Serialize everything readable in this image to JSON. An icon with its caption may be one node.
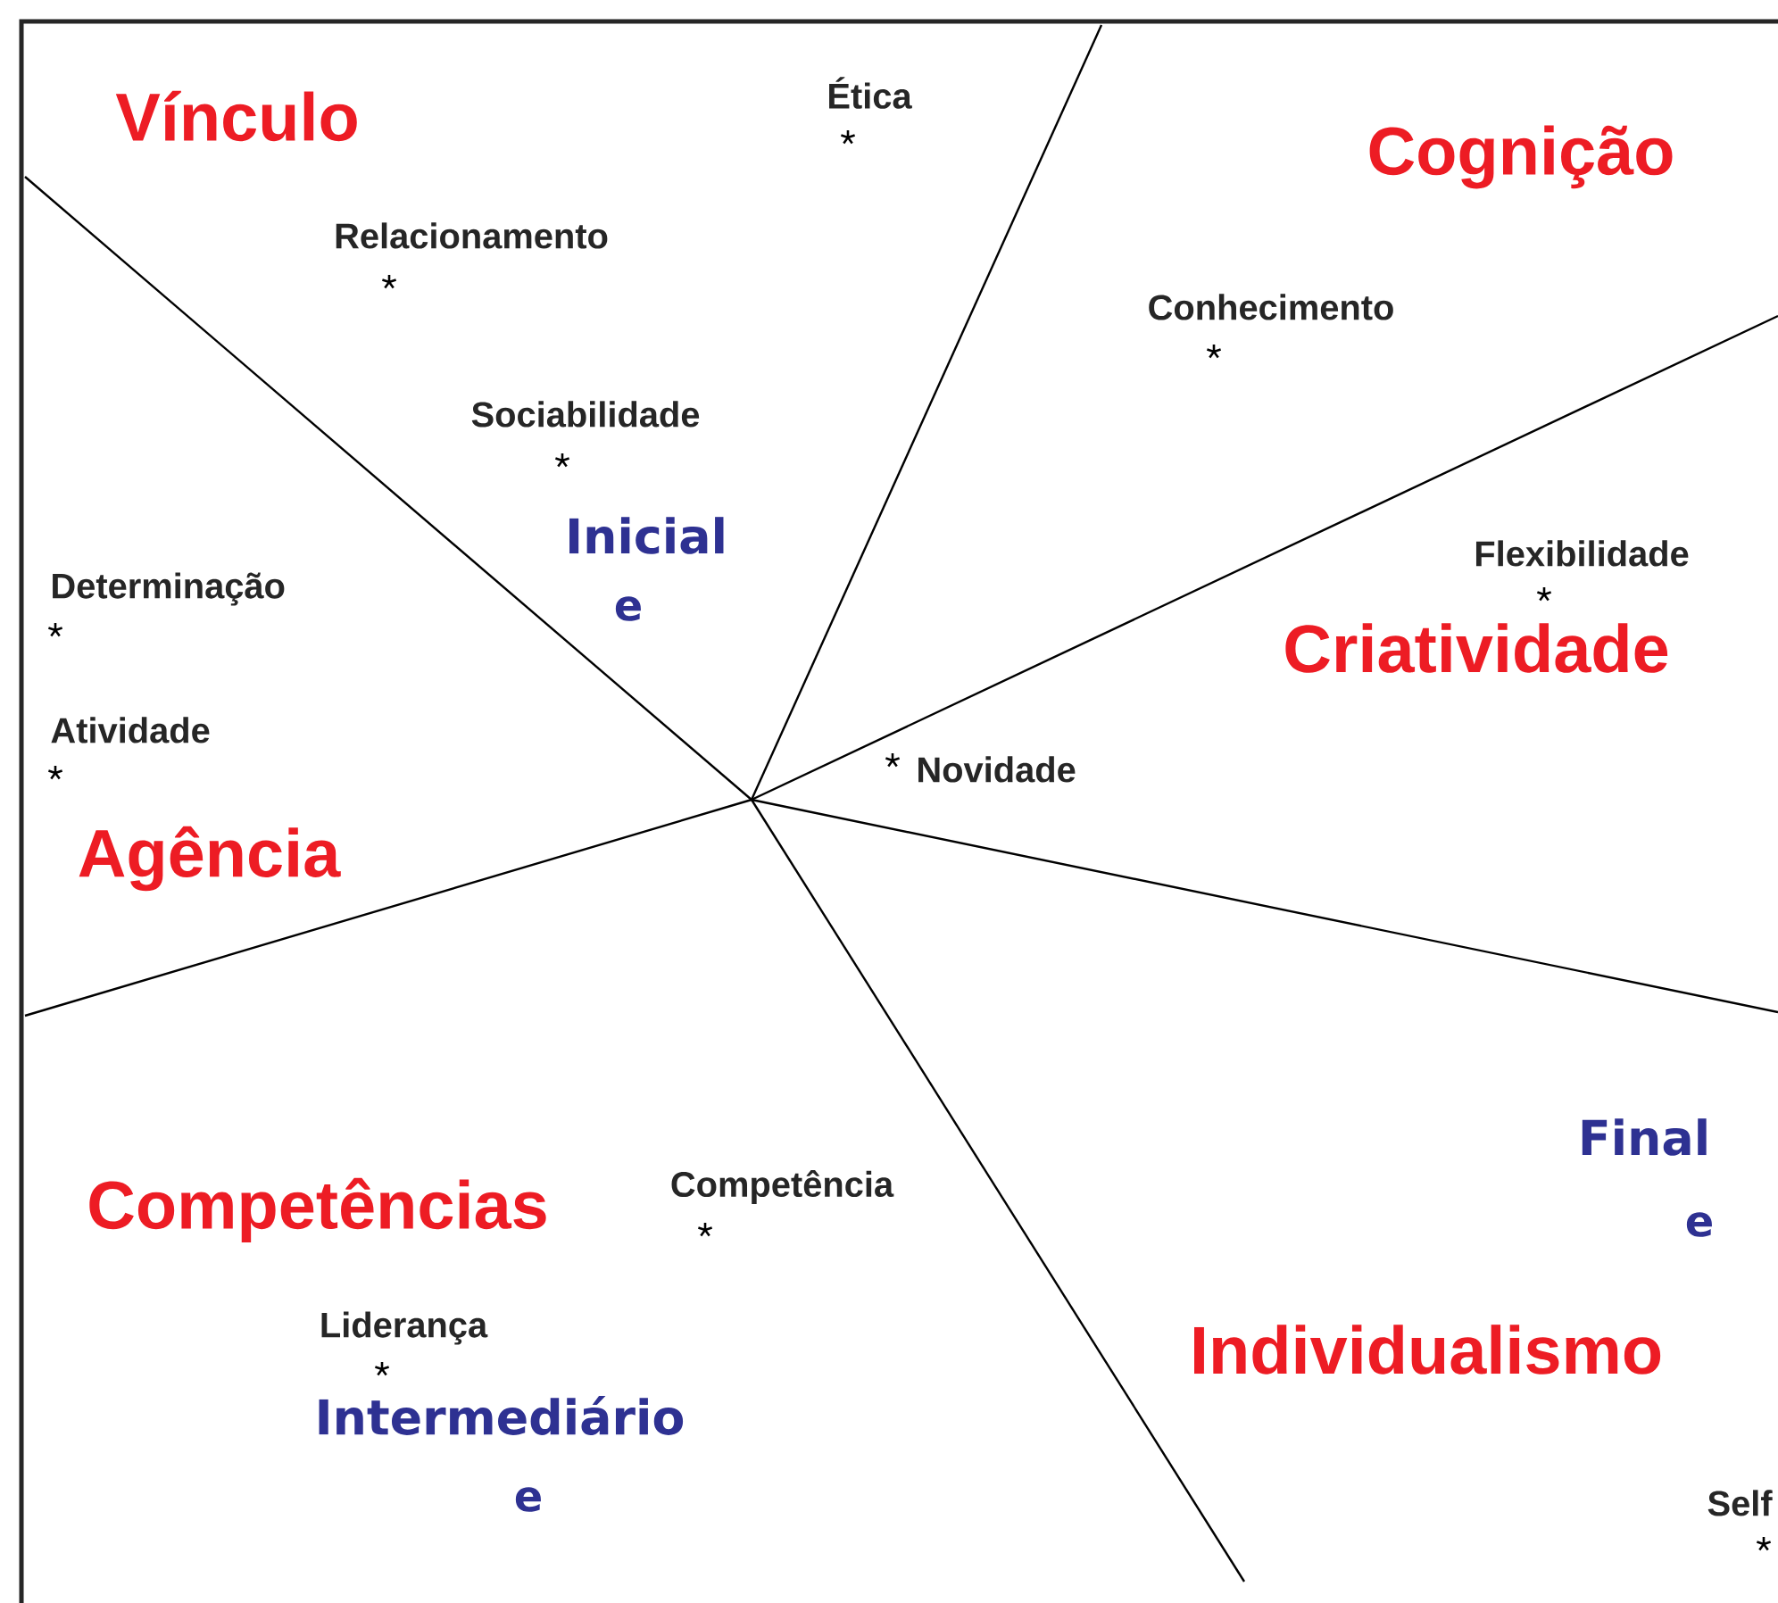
{
  "diagram": {
    "labels": [
      "Vínculo",
      "Ética",
      "Cognição",
      "Relacionamento",
      "Conhecimento",
      "Sociabilidade",
      "Inicial",
      "Flexibilidade",
      "Determinação",
      "e",
      "Criatividade",
      "Atividade",
      "Novidade",
      "Agência",
      "Final",
      "Competências",
      "Competência",
      "e",
      "Liderança",
      "Individualismo",
      "Intermediário",
      "e",
      "Self"
    ]
  }
}
